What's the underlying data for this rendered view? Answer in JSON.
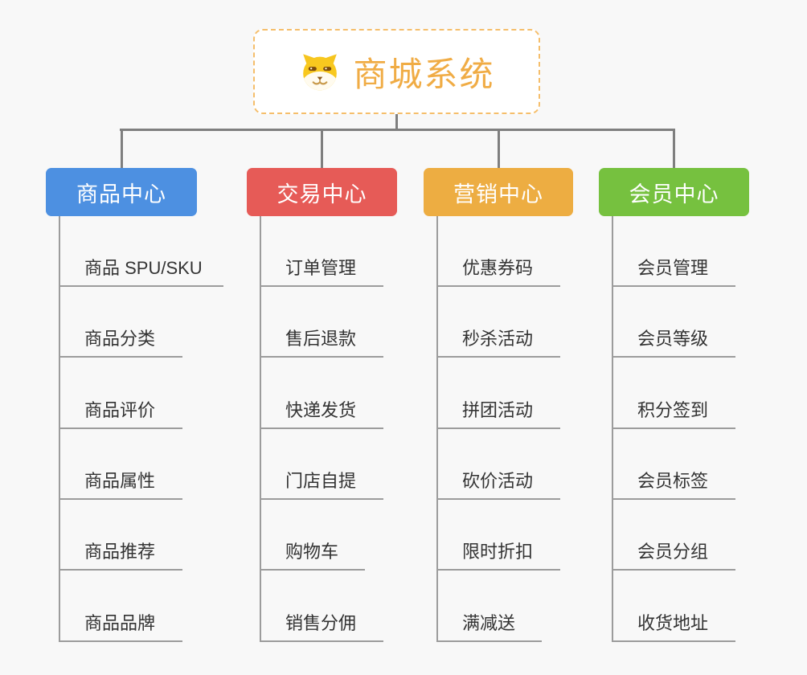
{
  "canvas": {
    "background_color": "#f8f8f8",
    "connector_color": "#7f7f7f",
    "underline_color": "#9c9c9c"
  },
  "root": {
    "title": "商城系统",
    "icon": "dog-face-icon",
    "title_color": "#F0AC45",
    "border_color": "#F5BE6B"
  },
  "branches": [
    {
      "id": "product-center",
      "label": "商品中心",
      "color": "#4D90E1",
      "items": [
        "商品 SPU/SKU",
        "商品分类",
        "商品评价",
        "商品属性",
        "商品推荐",
        "商品品牌"
      ]
    },
    {
      "id": "trade-center",
      "label": "交易中心",
      "color": "#E65B57",
      "items": [
        "订单管理",
        "售后退款",
        "快递发货",
        "门店自提",
        "购物车",
        "销售分佣"
      ]
    },
    {
      "id": "marketing-center",
      "label": "营销中心",
      "color": "#EDAD42",
      "items": [
        "优惠券码",
        "秒杀活动",
        "拼团活动",
        "砍价活动",
        "限时折扣",
        "满减送"
      ]
    },
    {
      "id": "member-center",
      "label": "会员中心",
      "color": "#76C13F",
      "items": [
        "会员管理",
        "会员等级",
        "积分签到",
        "会员标签",
        "会员分组",
        "收货地址"
      ]
    }
  ]
}
